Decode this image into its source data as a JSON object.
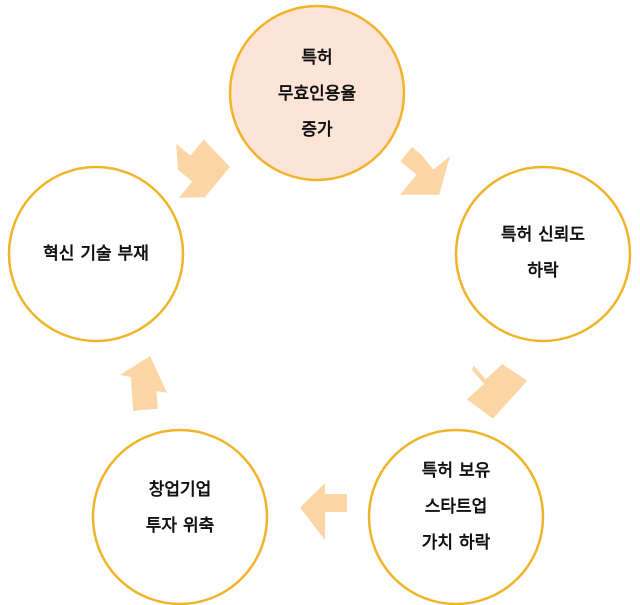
{
  "diagram": {
    "nodes": [
      {
        "id": "n1",
        "lines": [
          "특허",
          "무효인용율",
          "증가"
        ],
        "highlighted": true
      },
      {
        "id": "n2",
        "lines": [
          "특허 신뢰도",
          "하락"
        ],
        "highlighted": false
      },
      {
        "id": "n3",
        "lines": [
          "특허 보유",
          "스타트업",
          "가치 하락"
        ],
        "highlighted": false
      },
      {
        "id": "n4",
        "lines": [
          "창업기업",
          "투자 위축"
        ],
        "highlighted": false
      },
      {
        "id": "n5",
        "lines": [
          "혁신 기술 부재"
        ],
        "highlighted": false
      }
    ],
    "colors": {
      "circle_border": "#F0B429",
      "circle_fill": "#FFFFFF",
      "highlight_fill": "#FCE4D6",
      "arrow_fill": "#FCD5A4",
      "text": "#111111"
    }
  }
}
